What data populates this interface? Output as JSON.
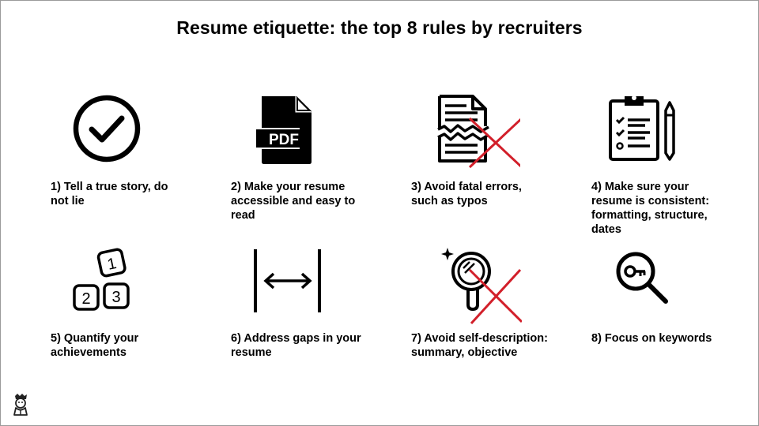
{
  "title": "Resume etiquette: the top 8 rules by recruiters",
  "rules": [
    {
      "label": "1) Tell a true story, do not lie",
      "icon": "checkmark-circle-icon"
    },
    {
      "label": "2) Make your resume accessible and easy to read",
      "icon": "pdf-file-icon"
    },
    {
      "label": "3) Avoid fatal errors, such as typos",
      "icon": "torn-document-crossed-icon"
    },
    {
      "label": "4) Make sure your resume is consistent: formatting, structure, dates",
      "icon": "clipboard-checklist-pencil-icon"
    },
    {
      "label": "5) Quantify your achievements",
      "icon": "numbered-blocks-icon"
    },
    {
      "label": "6) Address gaps in your resume",
      "icon": "gap-arrows-icon"
    },
    {
      "label": "7) Avoid self-description: summary, objective",
      "icon": "mirror-crossed-icon"
    },
    {
      "label": "8) Focus on keywords",
      "icon": "key-magnifier-icon"
    }
  ],
  "colors": {
    "cross": "#d21f2a",
    "ink": "#000000",
    "border": "#9a9a9a"
  },
  "logo_icon": "mascot-logo-icon"
}
